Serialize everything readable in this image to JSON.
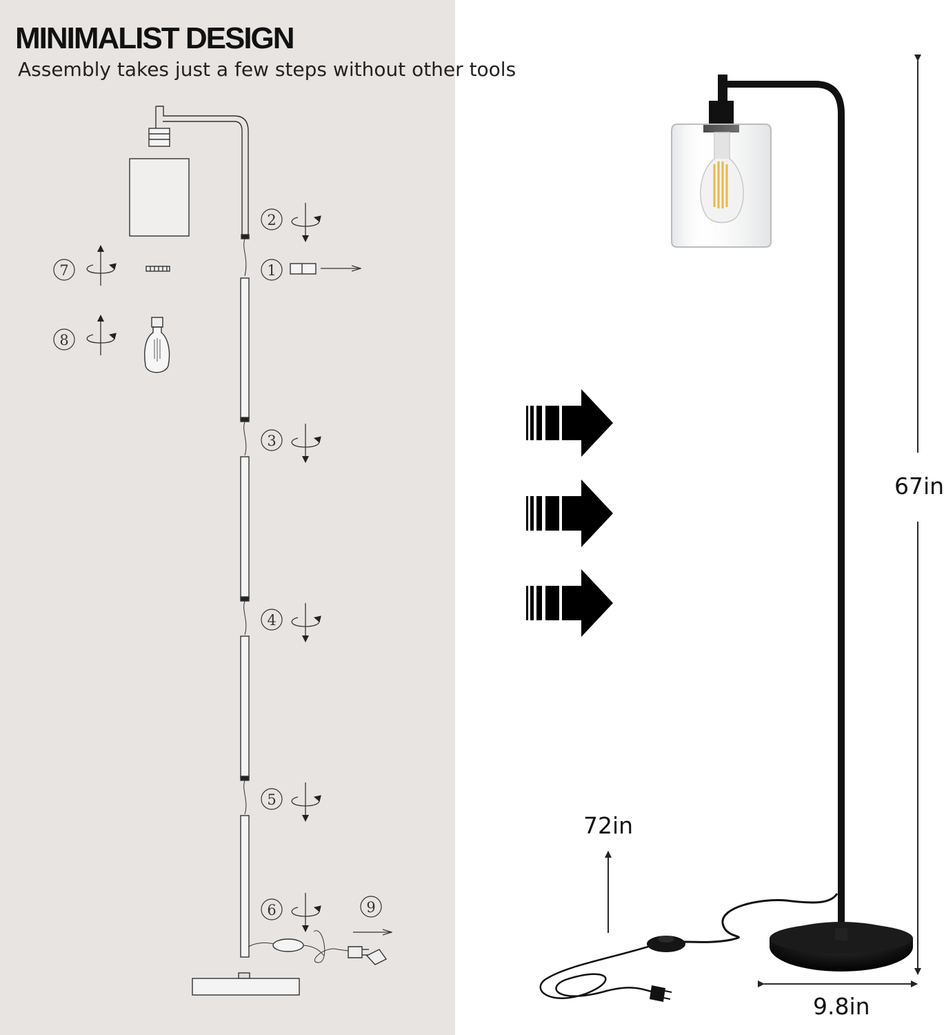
{
  "header": {
    "title": "MINIMALIST DESIGN",
    "subtitle": "Assembly takes just a few steps without other tools"
  },
  "steps": [
    "1",
    "2",
    "3",
    "4",
    "5",
    "6",
    "7",
    "8",
    "9"
  ],
  "dimensions": {
    "height": "67in",
    "cord_length": "72in",
    "base_diameter": "9.8in"
  },
  "colors": {
    "left_panel_bg": "#e8e4e2",
    "right_panel_bg": "#ffffff",
    "lamp_black": "#111111",
    "bulb_filament": "#e8b84a"
  },
  "icons": [
    "rotate-arrow-icon",
    "direction-arrow-icon",
    "forward-arrow-icon"
  ]
}
